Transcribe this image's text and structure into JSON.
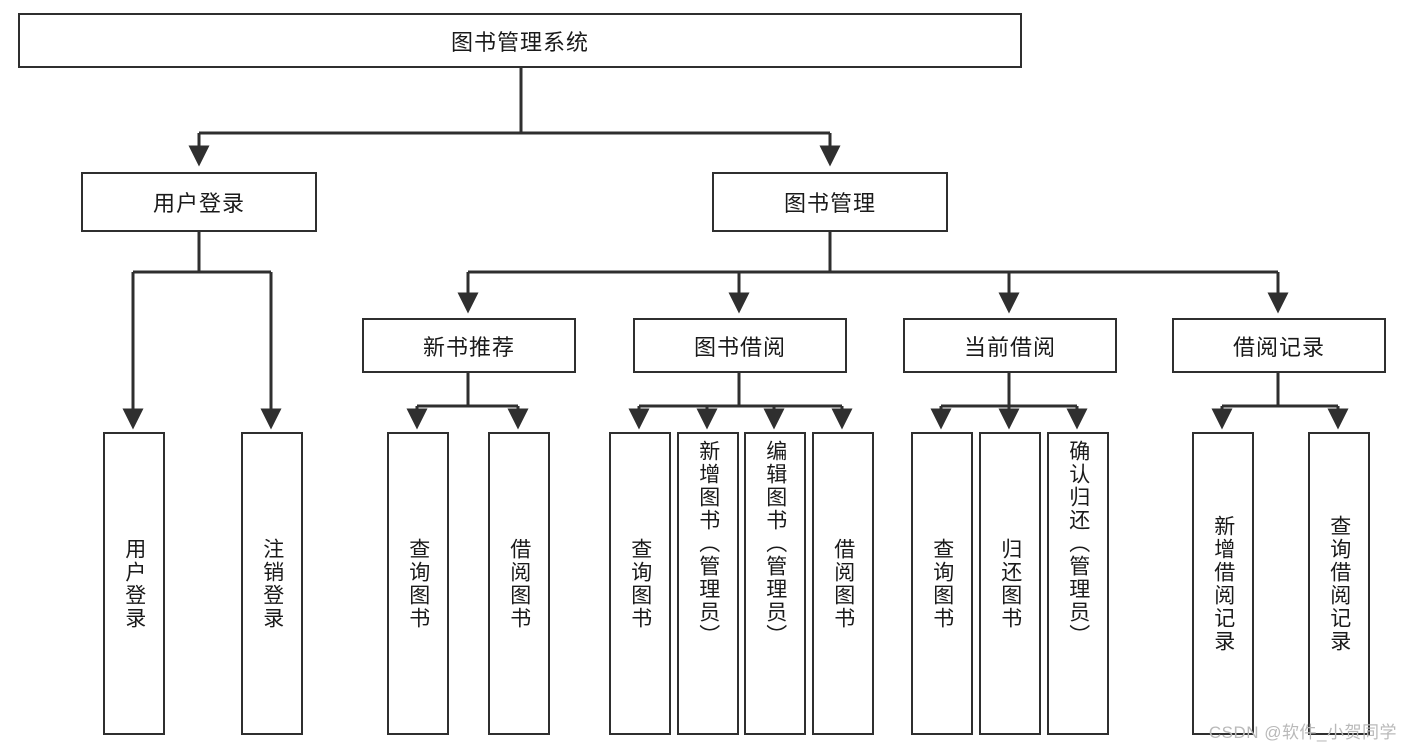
{
  "diagram": {
    "title": "图书管理系统",
    "watermark": "CSDN @软件_小贺同学",
    "colors": {
      "stroke": "#2f2f2f",
      "fill": "#ffffff",
      "text": "#1a1a1a",
      "watermark": "#b9b9b9"
    },
    "levels": {
      "root": {
        "label": "图书管理系统"
      },
      "level2": [
        {
          "label": "用户登录"
        },
        {
          "label": "图书管理"
        }
      ],
      "level3": [
        {
          "label": "新书推荐"
        },
        {
          "label": "图书借阅"
        },
        {
          "label": "当前借阅"
        },
        {
          "label": "借阅记录"
        }
      ],
      "leaves": {
        "user_login": [
          {
            "label": "用户登录"
          },
          {
            "label": "注销登录"
          }
        ],
        "new_book_recommend": [
          {
            "label": "查询图书"
          },
          {
            "label": "借阅图书"
          }
        ],
        "book_borrow": [
          {
            "label": "查询图书"
          },
          {
            "label": "新增图书（管理员）"
          },
          {
            "label": "编辑图书（管理员）"
          },
          {
            "label": "借阅图书"
          }
        ],
        "current_borrow": [
          {
            "label": "查询图书"
          },
          {
            "label": "归还图书"
          },
          {
            "label": "确认归还（管理员）"
          }
        ],
        "borrow_records": [
          {
            "label": "新增借阅记录"
          },
          {
            "label": "查询借阅记录"
          }
        ]
      }
    }
  }
}
